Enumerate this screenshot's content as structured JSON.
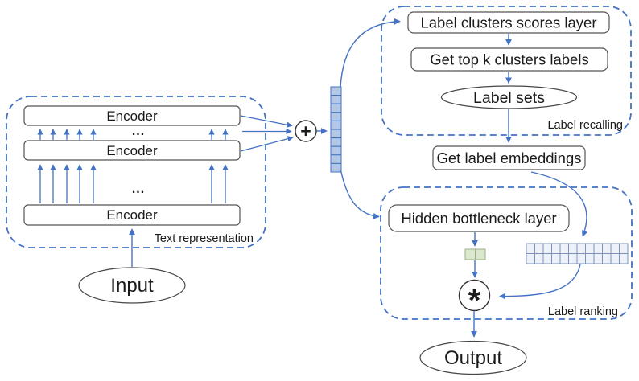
{
  "text_representation": {
    "caption": "Text representation",
    "encoders": [
      "Encoder",
      "Encoder",
      "Encoder"
    ],
    "ellipsis": "..."
  },
  "input_label": "Input",
  "operators": {
    "sum": "+",
    "multiply": "*"
  },
  "label_recalling": {
    "caption": "Label recalling",
    "scores_layer": "Label clusters scores layer",
    "top_k": "Get top k clusters labels",
    "label_sets": "Label sets"
  },
  "get_label_embeddings": "Get label embeddings",
  "label_ranking": {
    "caption": "Label ranking",
    "hidden_bottleneck": "Hidden bottleneck layer"
  },
  "output_label": "Output",
  "vectors": {
    "text_embedding": {
      "cols": 1,
      "rows": 10,
      "fill": "#b4c7e7",
      "stroke": "#4472c4"
    },
    "bottleneck_vector": {
      "cols": 2,
      "rows": 1,
      "fill": "#dbe8ce",
      "stroke": "#9ab183"
    },
    "label_embeddings_matrix": {
      "cols": 12,
      "rows": 2,
      "fill": "#edf1f8",
      "stroke": "#7d91bb"
    }
  },
  "colors": {
    "accent_blue": "#4472c4",
    "box_border": "#555555",
    "text": "#1a1a1a"
  }
}
